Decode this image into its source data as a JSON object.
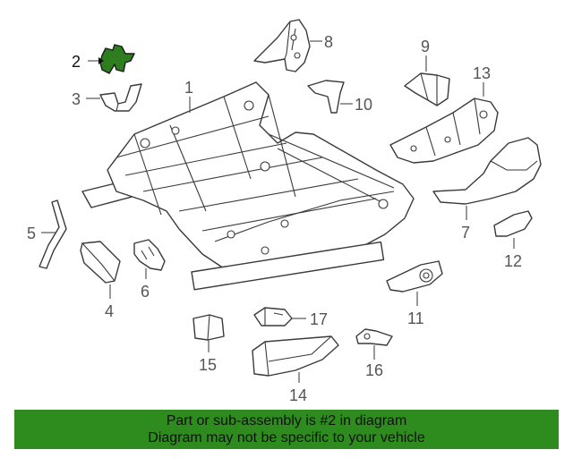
{
  "highlight_color": "#2e8b1e",
  "callouts": {
    "c1": "1",
    "c2": "2",
    "c3": "3",
    "c4": "4",
    "c5": "5",
    "c6": "6",
    "c7": "7",
    "c8": "8",
    "c9": "9",
    "c10": "10",
    "c11": "11",
    "c12": "12",
    "c13": "13",
    "c14": "14",
    "c15": "15",
    "c16": "16",
    "c17": "17"
  },
  "banner": {
    "line1": "Part or sub-assembly is #2 in diagram",
    "line2": "Diagram may not be specific to your vehicle"
  }
}
